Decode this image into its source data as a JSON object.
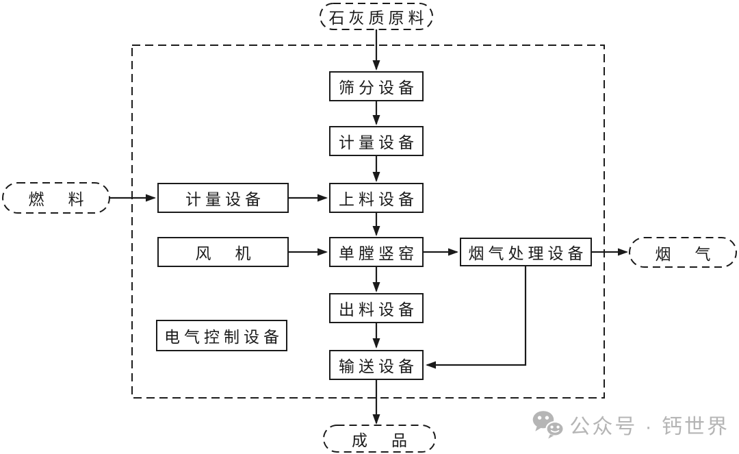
{
  "diagram": {
    "nodes": {
      "raw_material": {
        "label": "石灰质原料",
        "shape": "stadium-dashed"
      },
      "screening": {
        "label": "筛分设备",
        "shape": "box"
      },
      "metering_main": {
        "label": "计量设备",
        "shape": "box"
      },
      "feeding": {
        "label": "上料设备",
        "shape": "box"
      },
      "kiln": {
        "label": "单膛竖窑",
        "shape": "box"
      },
      "discharging": {
        "label": "出料设备",
        "shape": "box"
      },
      "conveying": {
        "label": "输送设备",
        "shape": "box"
      },
      "fuel": {
        "label": "燃　料",
        "shape": "stadium-dashed"
      },
      "metering_fuel": {
        "label": "计量设备",
        "shape": "box"
      },
      "fan": {
        "label": "风　机",
        "shape": "box"
      },
      "electric_control": {
        "label": "电气控制设备",
        "shape": "box"
      },
      "flue_treatment": {
        "label": "烟气处理设备",
        "shape": "box"
      },
      "flue_gas": {
        "label": "烟　气",
        "shape": "stadium-dashed"
      },
      "product": {
        "label": "成　品",
        "shape": "stadium-dashed"
      }
    },
    "edges": [
      {
        "from": "raw_material",
        "to": "screening"
      },
      {
        "from": "screening",
        "to": "metering_main"
      },
      {
        "from": "metering_main",
        "to": "feeding"
      },
      {
        "from": "feeding",
        "to": "kiln"
      },
      {
        "from": "kiln",
        "to": "discharging"
      },
      {
        "from": "discharging",
        "to": "conveying"
      },
      {
        "from": "conveying",
        "to": "product"
      },
      {
        "from": "fuel",
        "to": "metering_fuel"
      },
      {
        "from": "metering_fuel",
        "to": "feeding"
      },
      {
        "from": "fan",
        "to": "kiln"
      },
      {
        "from": "kiln",
        "to": "flue_treatment"
      },
      {
        "from": "flue_treatment",
        "to": "flue_gas"
      },
      {
        "from": "flue_treatment",
        "to": "conveying"
      }
    ],
    "colors": {
      "line": "#1a1a1a",
      "background": "#ffffff"
    }
  },
  "watermark": {
    "icon": "wechat-logo-icon",
    "text": "公众号 · 钙世界",
    "color": "#b5b5b5"
  }
}
